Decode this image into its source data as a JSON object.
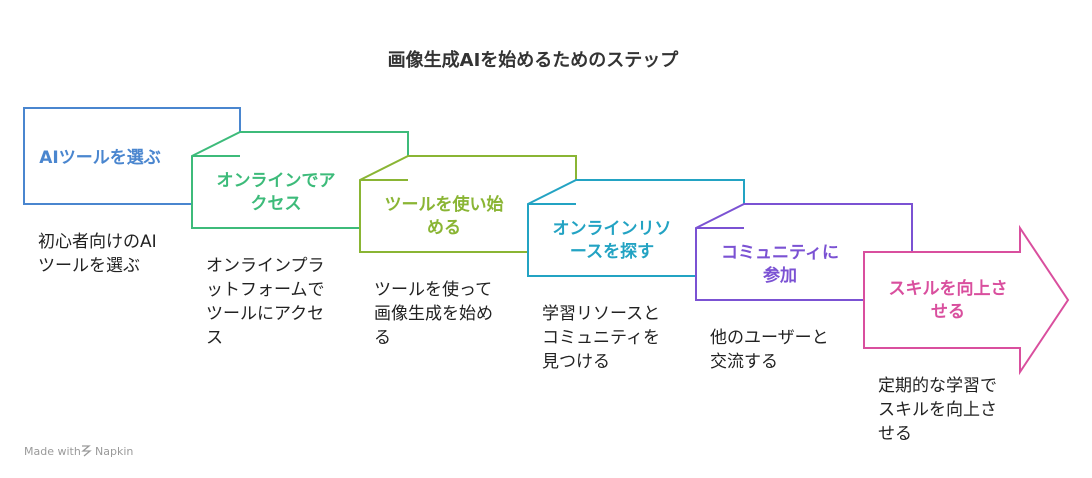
{
  "title": "画像生成AIを始めるためのステップ",
  "steps": [
    {
      "label_lines": [
        "AIツールを選ぶ"
      ],
      "desc_lines": [
        "初心者向けのAI",
        "ツールを選ぶ"
      ],
      "color": "#4a86cf"
    },
    {
      "label_lines": [
        "オンラインでア",
        "クセス"
      ],
      "desc_lines": [
        "オンラインプラ",
        "ットフォームで",
        "ツールにアクセ",
        "ス"
      ],
      "color": "#3dbb7a"
    },
    {
      "label_lines": [
        "ツールを使い始",
        "める"
      ],
      "desc_lines": [
        "ツールを使って",
        "画像生成を始め",
        "る"
      ],
      "color": "#8ab534"
    },
    {
      "label_lines": [
        "オンラインリソ",
        "ースを探す"
      ],
      "desc_lines": [
        "学習リソースと",
        "コミュニティを",
        "見つける"
      ],
      "color": "#23a3c3"
    },
    {
      "label_lines": [
        "コミュニティに",
        "参加"
      ],
      "desc_lines": [
        "他のユーザーと",
        "交流する"
      ],
      "color": "#7b52d3"
    },
    {
      "label_lines": [
        "スキルを向上さ",
        "せる"
      ],
      "desc_lines": [
        "定期的な学習で",
        "スキルを向上さ",
        "せる"
      ],
      "color": "#d94f9e"
    }
  ],
  "footer": {
    "text": "Made with",
    "brand": "Napkin"
  }
}
